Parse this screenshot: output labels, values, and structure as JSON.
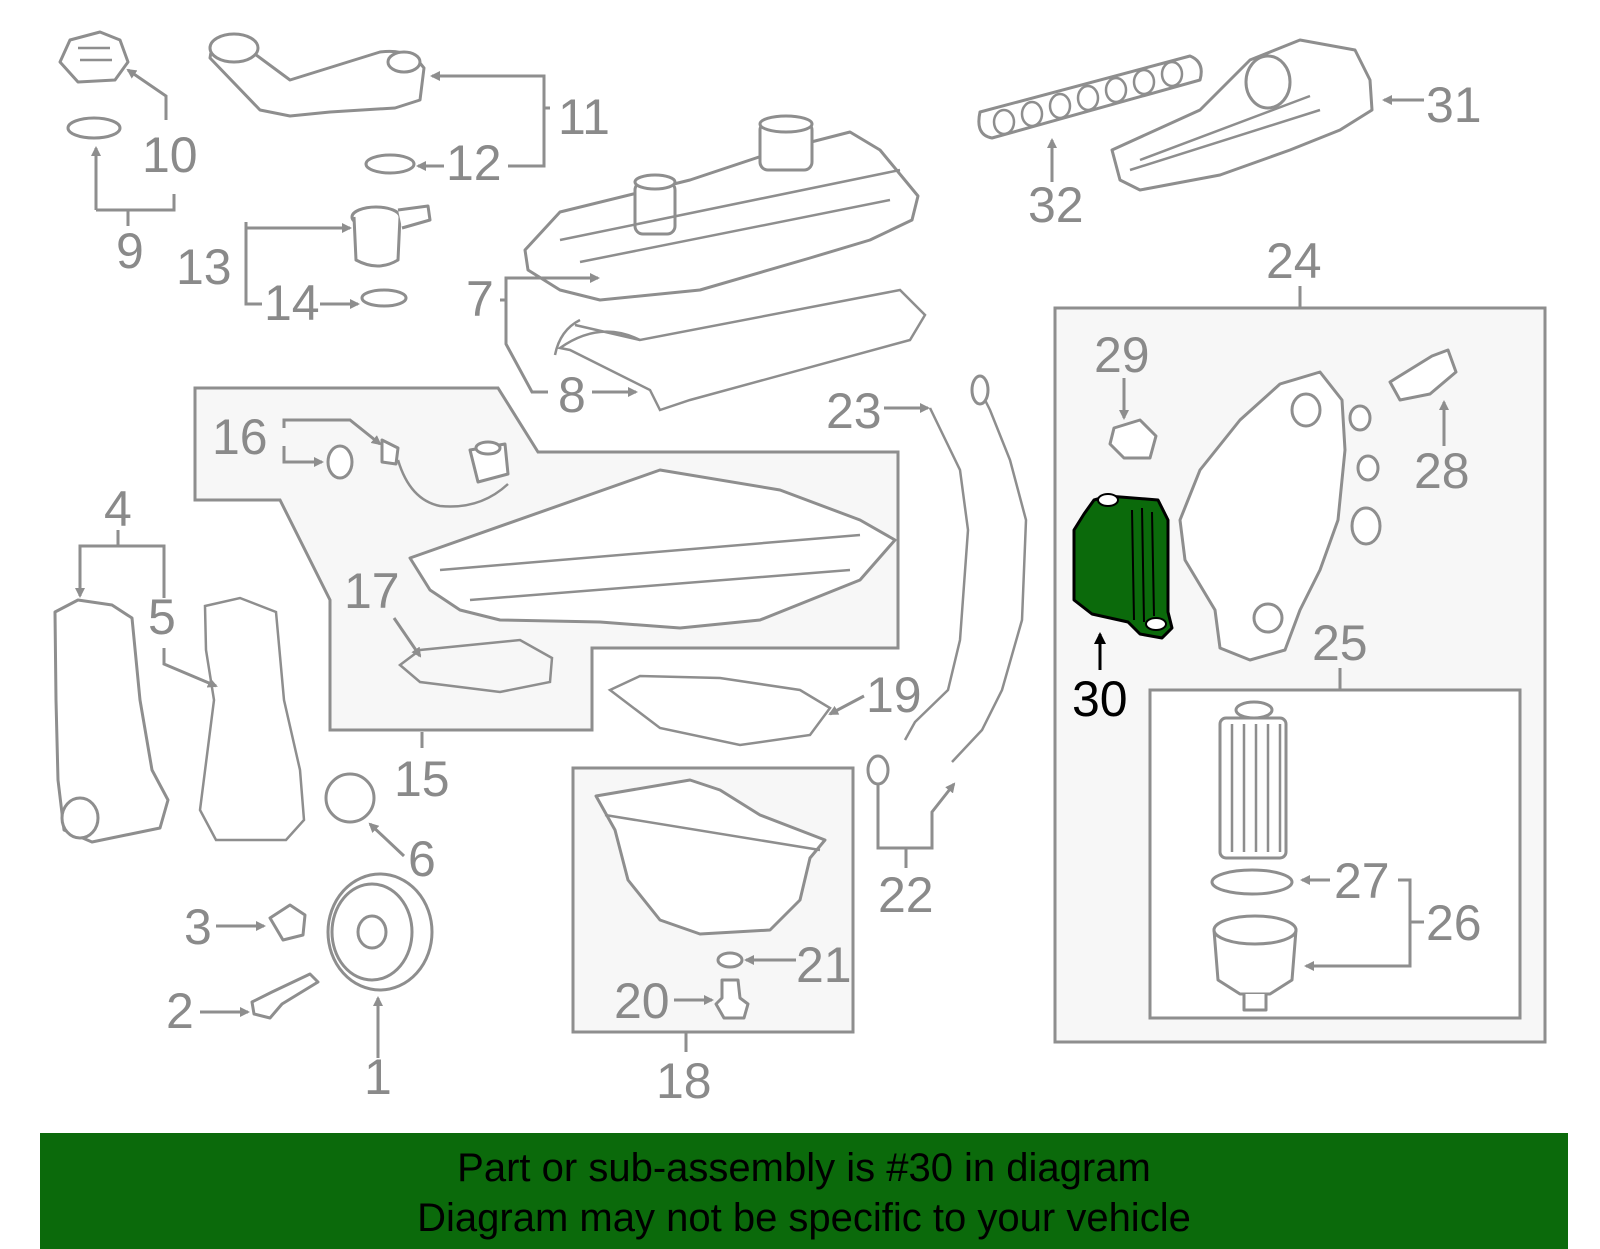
{
  "diagram": {
    "highlighted_part": "30",
    "colors": {
      "highlight": "#0b6a0b",
      "parts": "#8e8e8e",
      "highlight_label": "#000000"
    },
    "callouts": [
      {
        "id": "c1",
        "text": "1"
      },
      {
        "id": "c2",
        "text": "2"
      },
      {
        "id": "c3",
        "text": "3"
      },
      {
        "id": "c4",
        "text": "4"
      },
      {
        "id": "c5",
        "text": "5"
      },
      {
        "id": "c6",
        "text": "6"
      },
      {
        "id": "c7",
        "text": "7"
      },
      {
        "id": "c8",
        "text": "8"
      },
      {
        "id": "c9",
        "text": "9"
      },
      {
        "id": "c10",
        "text": "10"
      },
      {
        "id": "c11",
        "text": "11"
      },
      {
        "id": "c12",
        "text": "12"
      },
      {
        "id": "c13",
        "text": "13"
      },
      {
        "id": "c14",
        "text": "14"
      },
      {
        "id": "c15",
        "text": "15"
      },
      {
        "id": "c16",
        "text": "16"
      },
      {
        "id": "c17",
        "text": "17"
      },
      {
        "id": "c18",
        "text": "18"
      },
      {
        "id": "c19",
        "text": "19"
      },
      {
        "id": "c20",
        "text": "20"
      },
      {
        "id": "c21",
        "text": "21"
      },
      {
        "id": "c22",
        "text": "22"
      },
      {
        "id": "c23",
        "text": "23"
      },
      {
        "id": "c24",
        "text": "24"
      },
      {
        "id": "c25",
        "text": "25"
      },
      {
        "id": "c26",
        "text": "26"
      },
      {
        "id": "c27",
        "text": "27"
      },
      {
        "id": "c28",
        "text": "28"
      },
      {
        "id": "c29",
        "text": "29"
      },
      {
        "id": "c30",
        "text": "30"
      },
      {
        "id": "c31",
        "text": "31"
      },
      {
        "id": "c32",
        "text": "32"
      }
    ]
  },
  "banner": {
    "line1": "Part or sub-assembly is #30 in diagram",
    "line2": "Diagram may not be specific to your vehicle"
  }
}
